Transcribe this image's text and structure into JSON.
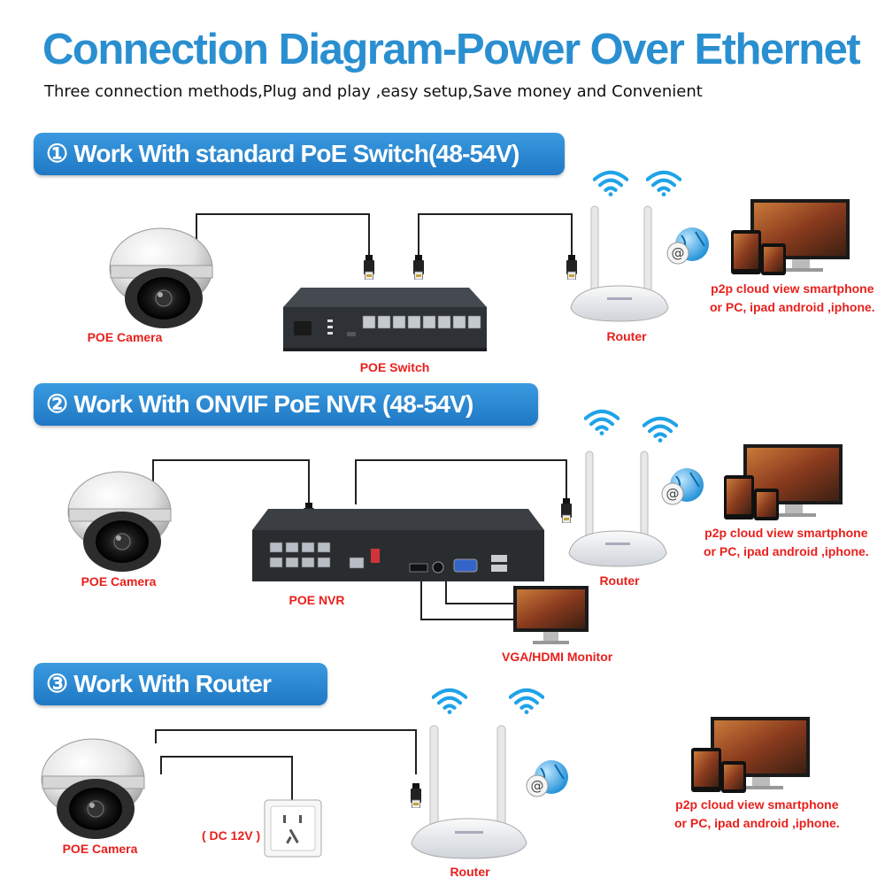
{
  "header": {
    "title": "Connection Diagram-Power Over Ethernet",
    "subtitle": "Three connection methods,Plug and play ,easy setup,Save money and Convenient"
  },
  "sections": [
    {
      "banner": "① Work With standard PoE Switch(48-54V)",
      "camera_label": "POE Camera",
      "hub_label": "POE Switch",
      "router_label": "Router",
      "cloud_lines": [
        "p2p cloud  view smartphone",
        "or PC, ipad android ,iphone."
      ]
    },
    {
      "banner": "② Work With ONVIF PoE NVR (48-54V)",
      "camera_label": "POE Camera",
      "hub_label": "POE NVR",
      "router_label": "Router",
      "monitor_label": "VGA/HDMI Monitor",
      "cloud_lines": [
        "p2p cloud  view smartphone",
        "or PC, ipad android ,iphone."
      ]
    },
    {
      "banner": "③ Work With Router",
      "camera_label": "POE Camera",
      "power_label": "( DC 12V )",
      "router_label": "Router",
      "cloud_lines": [
        "p2p cloud  view smartphone",
        "or PC, ipad android ,iphone."
      ]
    }
  ],
  "colors": {
    "title": "#2a8fd0",
    "banner": "#2683cc",
    "label": "#e8201c",
    "wifi": "#1fa3e8"
  },
  "icons": [
    "dome-camera-icon",
    "poe-switch-icon",
    "poe-nvr-icon",
    "router-icon",
    "wifi-icon",
    "email-globe-icon",
    "devices-icon",
    "monitor-icon",
    "power-socket-icon",
    "rj45-plug-icon"
  ]
}
